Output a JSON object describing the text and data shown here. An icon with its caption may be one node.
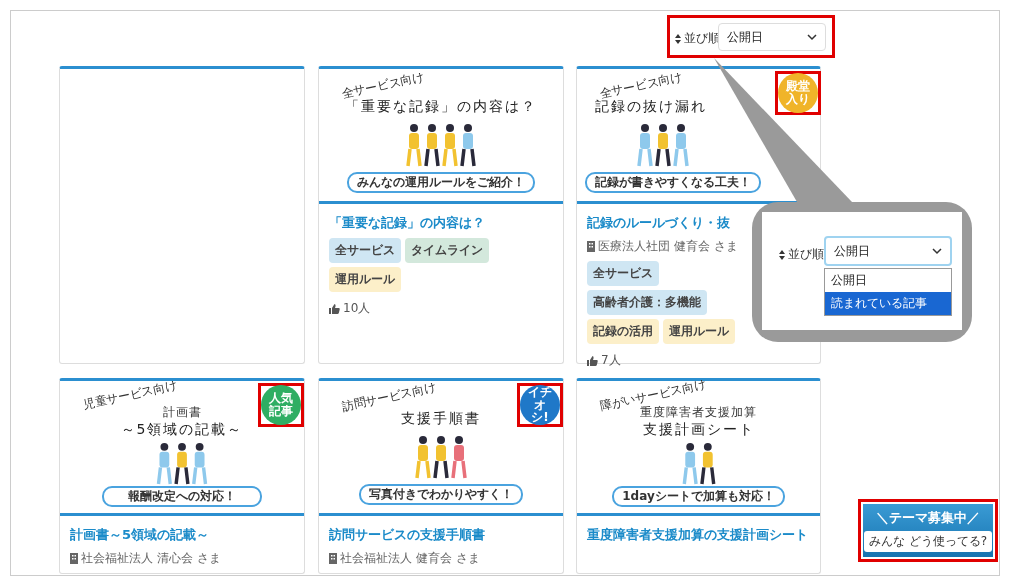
{
  "diagram": {
    "nodes": [
      {
        "text": [
          "並び順",
          "公開日"
        ]
      },
      {
        "text": [],
        "shape": "box"
      },
      {
        "text": [
          "全サービス向け",
          "「重要な記録」の内容は？",
          "みんなの運用ルールをご紹介！",
          "「重要な記録」の内容は？",
          "全サービス",
          "タイムライン",
          "運用ルール",
          "10人"
        ]
      },
      {
        "text": [
          "全サービス向け",
          "記録の抜け漏れ",
          "記録が書きやすくなる工夫！",
          "記録のルールづくり・抜",
          "医療法人社団 健育会 さま",
          "全サービス",
          "高齢者介護：多機能",
          "記録の活用",
          "運用ルール",
          "7人"
        ]
      },
      {
        "text": [
          "殿堂",
          "入り"
        ],
        "in": 3
      },
      {
        "text": [
          "並び順",
          "公開日",
          "公開日",
          "読まれている記事"
        ]
      },
      {
        "text": [
          "児童サービス向け",
          "計画書",
          "～5領域の記載～",
          "報酬改定への対応！",
          "計画書～5領域の記載～",
          "社会福祉法人 清心会 さま"
        ]
      },
      {
        "text": [
          "人気記事"
        ],
        "in": 6
      },
      {
        "text": [
          "訪問サービス向け",
          "支援手順書",
          "写真付きでわかりやすく！",
          "訪問サービスの支援手順書",
          "社会福祉法人 健育会 さま"
        ]
      },
      {
        "text": [
          "イチオシ!"
        ],
        "in": 8
      },
      {
        "text": [
          "障がいサービス向け",
          "重度障害者支援加算",
          "支援計画シート",
          "1dayシートで加算も対応！",
          "重度障害者支援加算の支援計画シート"
        ]
      },
      {
        "text": [
          "＼テーマ募集中／",
          "みんな どう使ってる?"
        ]
      }
    ],
    "edges": [
      {
        "from": 0,
        "to": 5,
        "arrow": "none"
      }
    ]
  }
}
